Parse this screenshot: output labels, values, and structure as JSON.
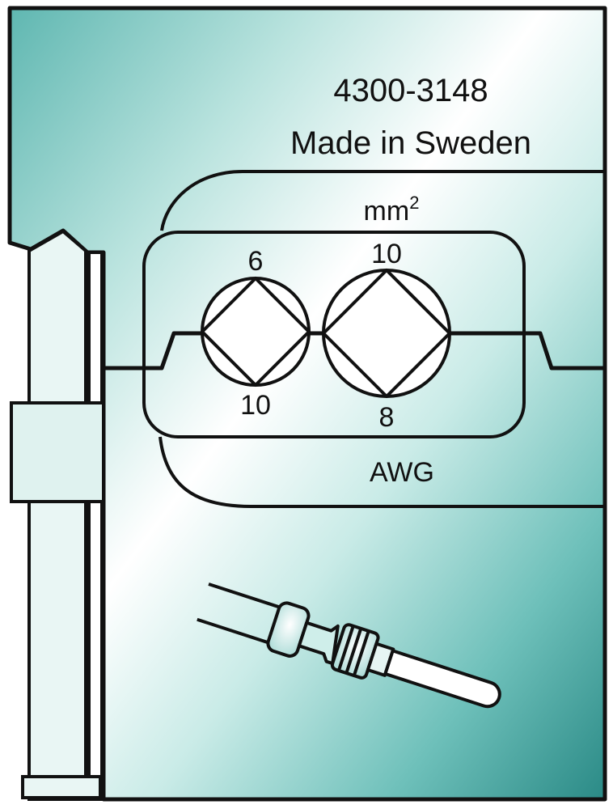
{
  "die": {
    "part_number": "4300-3148",
    "origin": "Made in Sweden",
    "unit_mm2": "mm",
    "unit_mm2_superscript": "2",
    "unit_awg": "AWG",
    "cavities": [
      {
        "mm2": "6",
        "awg": "10"
      },
      {
        "mm2": "10",
        "awg": "8"
      }
    ]
  },
  "colors": {
    "die_teal_light": "#e6f5f3",
    "die_teal_mid": "#9fd6d1",
    "die_teal_dark": "#2e8c88",
    "outline": "#111111",
    "background": "#ffffff"
  },
  "icons": {
    "contact": "crimp-contact-pin-icon",
    "cavity": "round-cavity-square-indent-icon"
  }
}
